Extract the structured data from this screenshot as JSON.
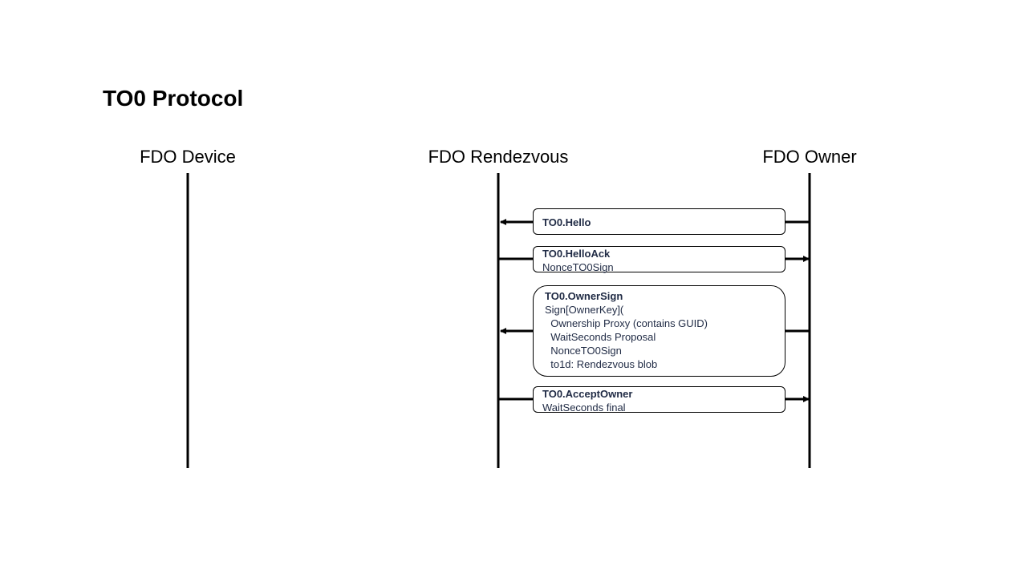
{
  "title": "TO0 Protocol",
  "actors": [
    "FDO Device",
    "FDO Rendezvous",
    "FDO Owner"
  ],
  "messages": [
    {
      "name": "TO0.Hello",
      "lines": [],
      "direction": "owner-to-rendezvous"
    },
    {
      "name": "TO0.HelloAck",
      "lines": [
        "NonceTO0Sign"
      ],
      "direction": "rendezvous-to-owner"
    },
    {
      "name": "TO0.OwnerSign",
      "lines": [
        "Sign[OwnerKey](",
        "  Ownership Proxy (contains GUID)",
        "  WaitSeconds Proposal",
        "  NonceTO0Sign",
        "  to1d: Rendezvous blob"
      ],
      "direction": "owner-to-rendezvous"
    },
    {
      "name": "TO0.AcceptOwner",
      "lines": [
        "WaitSeconds final"
      ],
      "direction": "rendezvous-to-owner"
    }
  ],
  "colors": {
    "text": "#1f2a44",
    "lines": "#000000"
  }
}
